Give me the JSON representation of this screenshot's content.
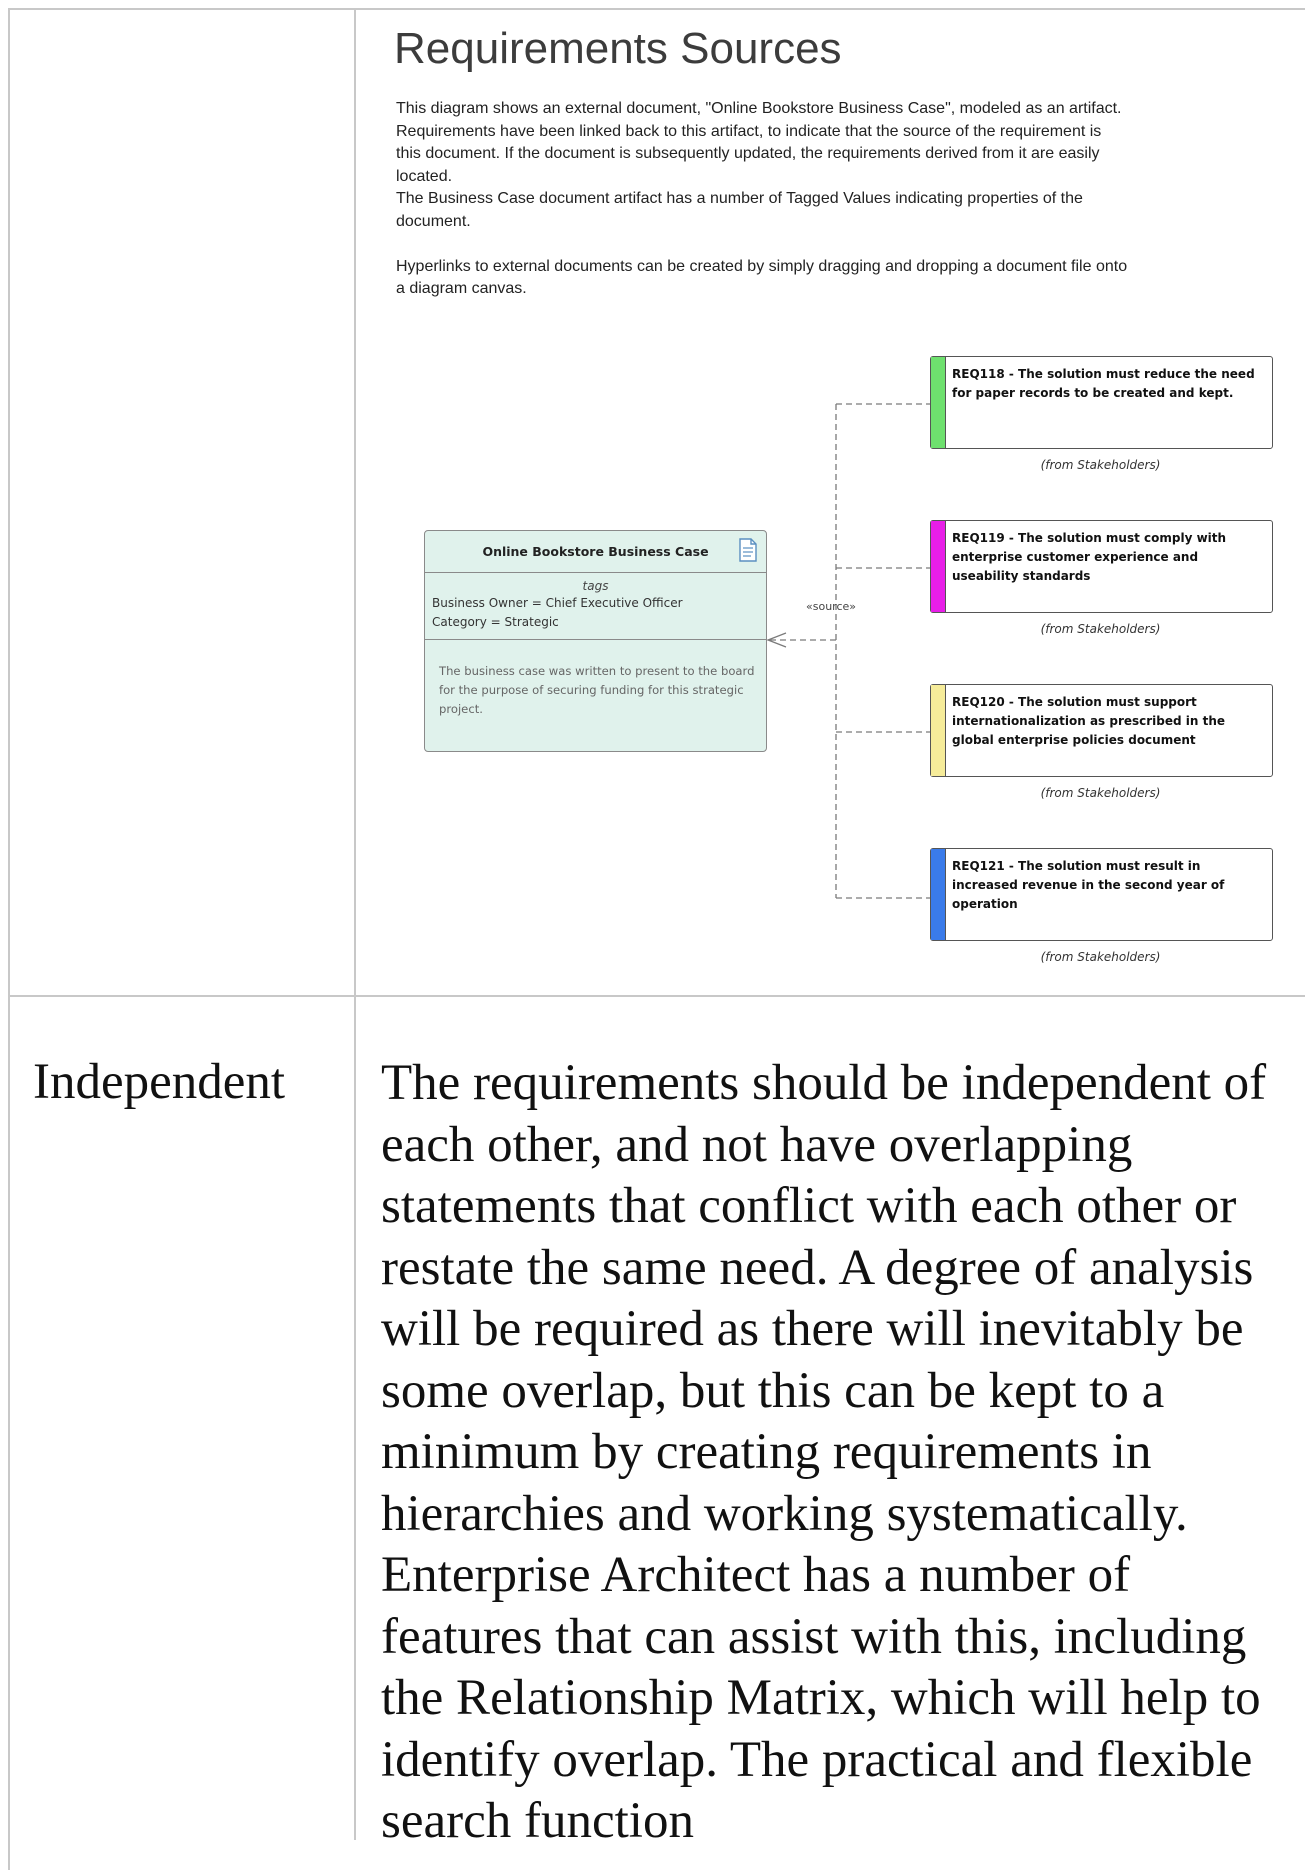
{
  "diagram": {
    "title": "Requirements Sources",
    "notes": [
      "This diagram shows an external document, \"Online Bookstore Business Case\", modeled as an artifact.\n    Requirements have been linked back to this artifact, to indicate that the source of the requirement is\nthis document.   If the document is subsequently updated, the requirements derived from it are easily\nlocated.\nThe Business Case document artifact has a number of Tagged Values indicating properties of the\ndocument.",
      "Hyperlinks to external documents can be created by simply dragging and dropping a document file onto\na diagram canvas."
    ],
    "artifact": {
      "name": "Online Bookstore Business Case",
      "icon": "document-icon",
      "tags_heading": "tags",
      "tags": [
        "Business Owner = Chief Executive Officer",
        "Category = Strategic"
      ],
      "description": "The business case was written to present to the board for the purpose of securing funding for this strategic project."
    },
    "connector_stereotype": "«source»",
    "requirements": [
      {
        "text": "REQ118 - The solution must reduce the need for paper records to be created and kept.",
        "from": "(from Stakeholders)",
        "color": "#6ee06e"
      },
      {
        "text": "REQ119 - The solution must comply with enterprise customer experience and useability standards",
        "from": "(from Stakeholders)",
        "color": "#e81ee8"
      },
      {
        "text": "REQ120 - The solution must support internationalization as prescribed in the global enterprise policies document",
        "from": "(from Stakeholders)",
        "color": "#f6ec9a"
      },
      {
        "text": "REQ121 - The solution must result in increased revenue in the second year of operation",
        "from": "(from Stakeholders)",
        "color": "#3a7bea"
      }
    ]
  },
  "row": {
    "label": "Independent",
    "text": "The requirements should be independent of each other, and not have overlapping statements that conflict with each other or restate the same need. A degree of analysis will be required as there will inevitably be some overlap, but this can be kept to a minimum by creating requirements in hierarchies and working systematically. Enterprise Architect has a number of features that can assist with this, including the Relationship Matrix, which will help to identify overlap. The practical and flexible search function"
  }
}
